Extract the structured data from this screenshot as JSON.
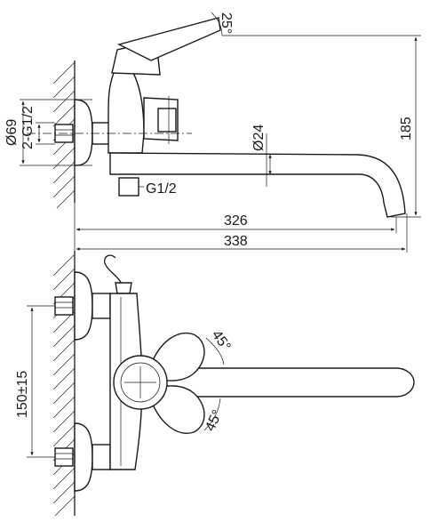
{
  "labels": {
    "angle_top": "25°",
    "d69": "Ø69",
    "thread_pair": "2-G1/2",
    "d24": "Ø24",
    "height_185": "185",
    "g12": "G1/2",
    "len_326": "326",
    "len_338": "338",
    "center_150": "150±15",
    "angle_45a": "45°",
    "angle_45b": "45°"
  }
}
